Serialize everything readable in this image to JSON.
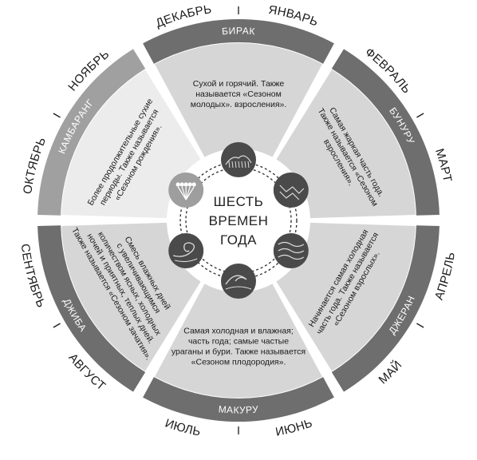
{
  "center_title": [
    "ШЕСТЬ",
    "ВРЕМЕН",
    "ГОДА"
  ],
  "months": [
    "ДЕКАБРЬ",
    "ЯНВАРЬ",
    "ФЕВРАЛЬ",
    "МАРТ",
    "АПРЕЛЬ",
    "МАЙ",
    "ИЮНЬ",
    "ИЮЛЬ",
    "АВГУСТ",
    "СЕНТЯБРЬ",
    "ОКТЯБРЬ",
    "НОЯБРЬ"
  ],
  "seasons": [
    {
      "name": "БИРАК",
      "description": [
        "Сухой и горячий. Также",
        "называется «Сезоном",
        "молодых». взросления»."
      ],
      "icon": "sun-icon"
    },
    {
      "name": "БУНУРУ",
      "description": [
        "Самая жаркая часть года.",
        "Также называется «Сезоном",
        "взросления»."
      ],
      "icon": "heat-wave-icon"
    },
    {
      "name": "ДЖЕРАН",
      "description": [
        "Начинается самая холодная",
        "часть года. Также называется",
        "«Сезоном взрослых»."
      ],
      "icon": "cold-wind-icon"
    },
    {
      "name": "МАКУРУ",
      "description": [
        "Самая холодная и влажная;",
        "часть года; самые частые",
        "ураганы и бури. Также называется",
        "«Сезоном плодородия»."
      ],
      "icon": "storm-wave-icon"
    },
    {
      "name": "ДЖИБА",
      "description": [
        "Смесь влажных дней",
        "с увеличивающимся",
        "количеством ясных, холодных",
        "ночей и приятных, теплых дней.",
        "Также называется «Сезоном зачатия»."
      ],
      "icon": "spiral-wind-icon"
    },
    {
      "name": "КАМБАРАНГ",
      "description": [
        "Более продолжительные сухие",
        "периоды. Также называется",
        "«Сезоном рождения»."
      ],
      "icon": "flower-icon"
    }
  ],
  "colors": {
    "ring_dark": "#6e6e6e",
    "ring_light": "#a0a0a0",
    "inner": "#d6d6d6",
    "inner_light": "#ececec",
    "badge": "#4a4a4a",
    "badge_light": "#9e9e9e"
  }
}
